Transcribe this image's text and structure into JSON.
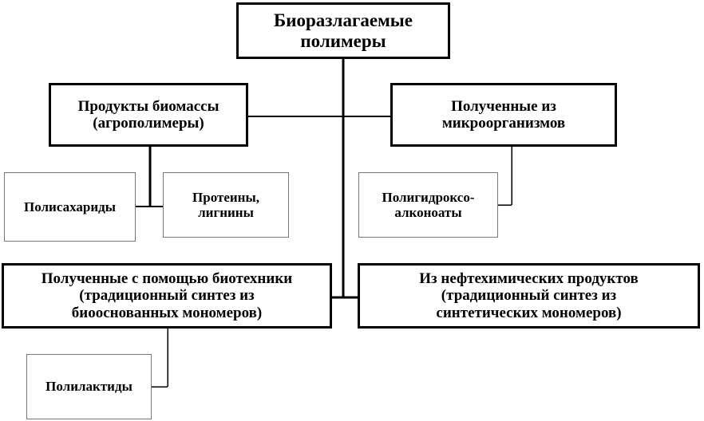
{
  "diagram": {
    "root": "Биоразлагаемые\nполимеры",
    "biomass": "Продукты биомассы\n(агрополимеры)",
    "microorganisms": "Полученные из\nмикроорганизмов",
    "polysaccharides": "Полисахариды",
    "proteins": "Протеины,\nлигнины",
    "polyhydroxyalkanoates": "Полигидроксо-\nалконоаты",
    "biotech": "Полученные с помощью биотехники\n(традиционный синтез из\nбиооснованных мономеров)",
    "petrochemical": "Из нефтехимических  продуктов\n(традиционный синтез из\nсинтетических мономеров)",
    "polylactides": "Полилактиды"
  }
}
